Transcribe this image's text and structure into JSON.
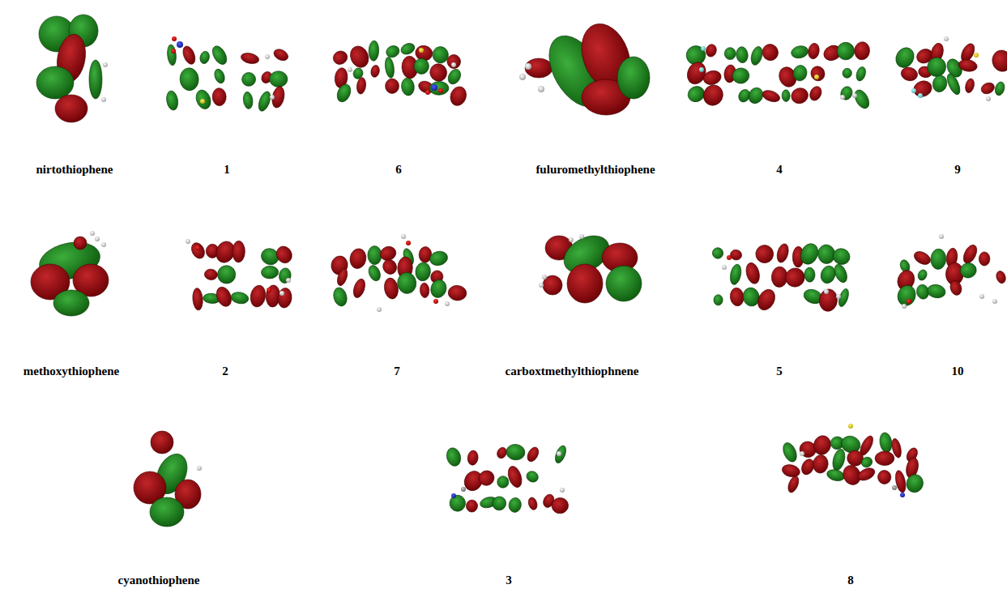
{
  "diagram": {
    "labels": [
      "nirtothiophene",
      "1",
      "6",
      "fuluromethylthiophene",
      "4",
      "9",
      "methoxythiophene",
      "2",
      "7",
      "carboxtmethylthiophnene",
      "5",
      "10",
      "cyanothiophene",
      "3",
      "8"
    ]
  }
}
